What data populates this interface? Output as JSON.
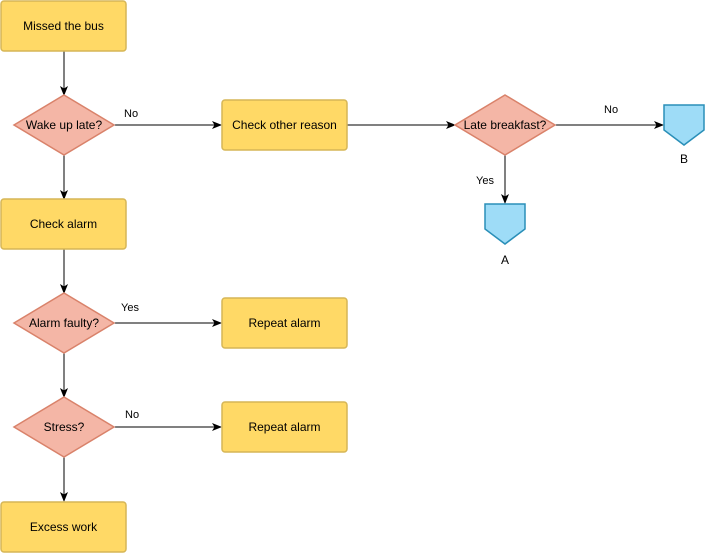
{
  "colors": {
    "process_fill": "#FFD966",
    "process_stroke": "#D6B656",
    "decision_fill": "#F4B6A6",
    "decision_stroke": "#D9826A",
    "offpage_fill": "#9EDCF7",
    "offpage_stroke": "#2A8FB8",
    "edge": "#000000"
  },
  "nodes": {
    "missed_bus": "Missed the bus",
    "wake_up_late": "Wake up late?",
    "check_other_reason": "Check other reason",
    "late_breakfast": "Late breakfast?",
    "check_alarm": "Check alarm",
    "alarm_faulty": "Alarm faulty?",
    "repeat_alarm_1": "Repeat alarm",
    "stress": "Stress?",
    "repeat_alarm_2": "Repeat alarm",
    "excess_work": "Excess work",
    "connector_a": "A",
    "connector_b": "B"
  },
  "edge_labels": {
    "wake_no": "No",
    "breakfast_no": "No",
    "breakfast_yes": "Yes",
    "alarm_yes": "Yes",
    "stress_no": "No"
  }
}
